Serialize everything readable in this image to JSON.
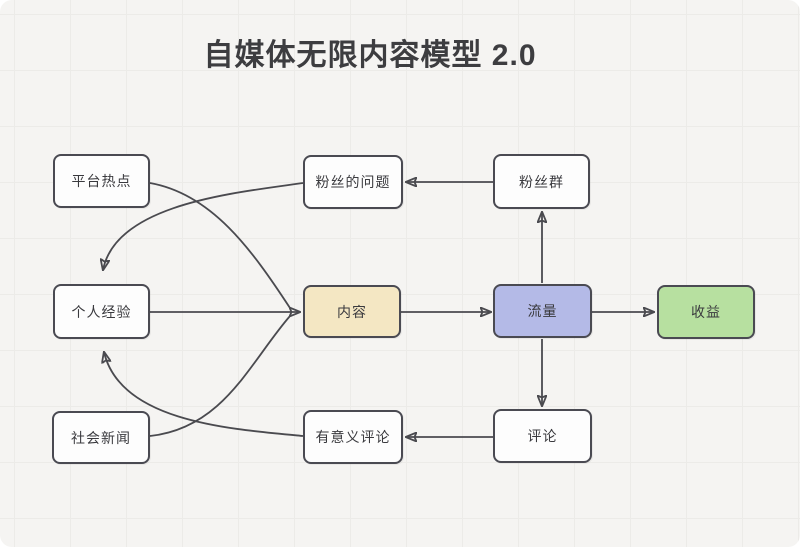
{
  "title": "自媒体无限内容模型 2.0",
  "diagram": {
    "nodes": [
      {
        "id": "platform-hotspots",
        "label": "平台热点",
        "fill": "#fdfdfd"
      },
      {
        "id": "fan-questions",
        "label": "粉丝的问题",
        "fill": "#fdfdfd"
      },
      {
        "id": "fan-group",
        "label": "粉丝群",
        "fill": "#fdfdfd"
      },
      {
        "id": "personal-experience",
        "label": "个人经验",
        "fill": "#fdfdfd"
      },
      {
        "id": "content",
        "label": "内容",
        "fill": "#f4e7c3"
      },
      {
        "id": "traffic",
        "label": "流量",
        "fill": "#b4bae7"
      },
      {
        "id": "revenue",
        "label": "收益",
        "fill": "#b7e0a0"
      },
      {
        "id": "social-news",
        "label": "社会新闻",
        "fill": "#fdfdfd"
      },
      {
        "id": "meaningful-comments",
        "label": "有意义评论",
        "fill": "#fdfdfd"
      },
      {
        "id": "comments",
        "label": "评论",
        "fill": "#fdfdfd"
      }
    ],
    "edges": [
      {
        "from": "platform-hotspots",
        "to": "content"
      },
      {
        "from": "personal-experience",
        "to": "content"
      },
      {
        "from": "social-news",
        "to": "content"
      },
      {
        "from": "fan-questions",
        "to": "personal-experience"
      },
      {
        "from": "meaningful-comments",
        "to": "personal-experience"
      },
      {
        "from": "content",
        "to": "traffic"
      },
      {
        "from": "traffic",
        "to": "revenue"
      },
      {
        "from": "traffic",
        "to": "fan-group"
      },
      {
        "from": "traffic",
        "to": "comments"
      },
      {
        "from": "fan-group",
        "to": "fan-questions"
      },
      {
        "from": "comments",
        "to": "meaningful-comments"
      }
    ],
    "colors": {
      "background": "#f5f4f2",
      "node_border": "#4a4a52",
      "arrow": "#4a4a4f",
      "content_fill": "#f4e7c3",
      "traffic_fill": "#b4bae7",
      "revenue_fill": "#b7e0a0",
      "title_text": "#3d3d40"
    }
  }
}
